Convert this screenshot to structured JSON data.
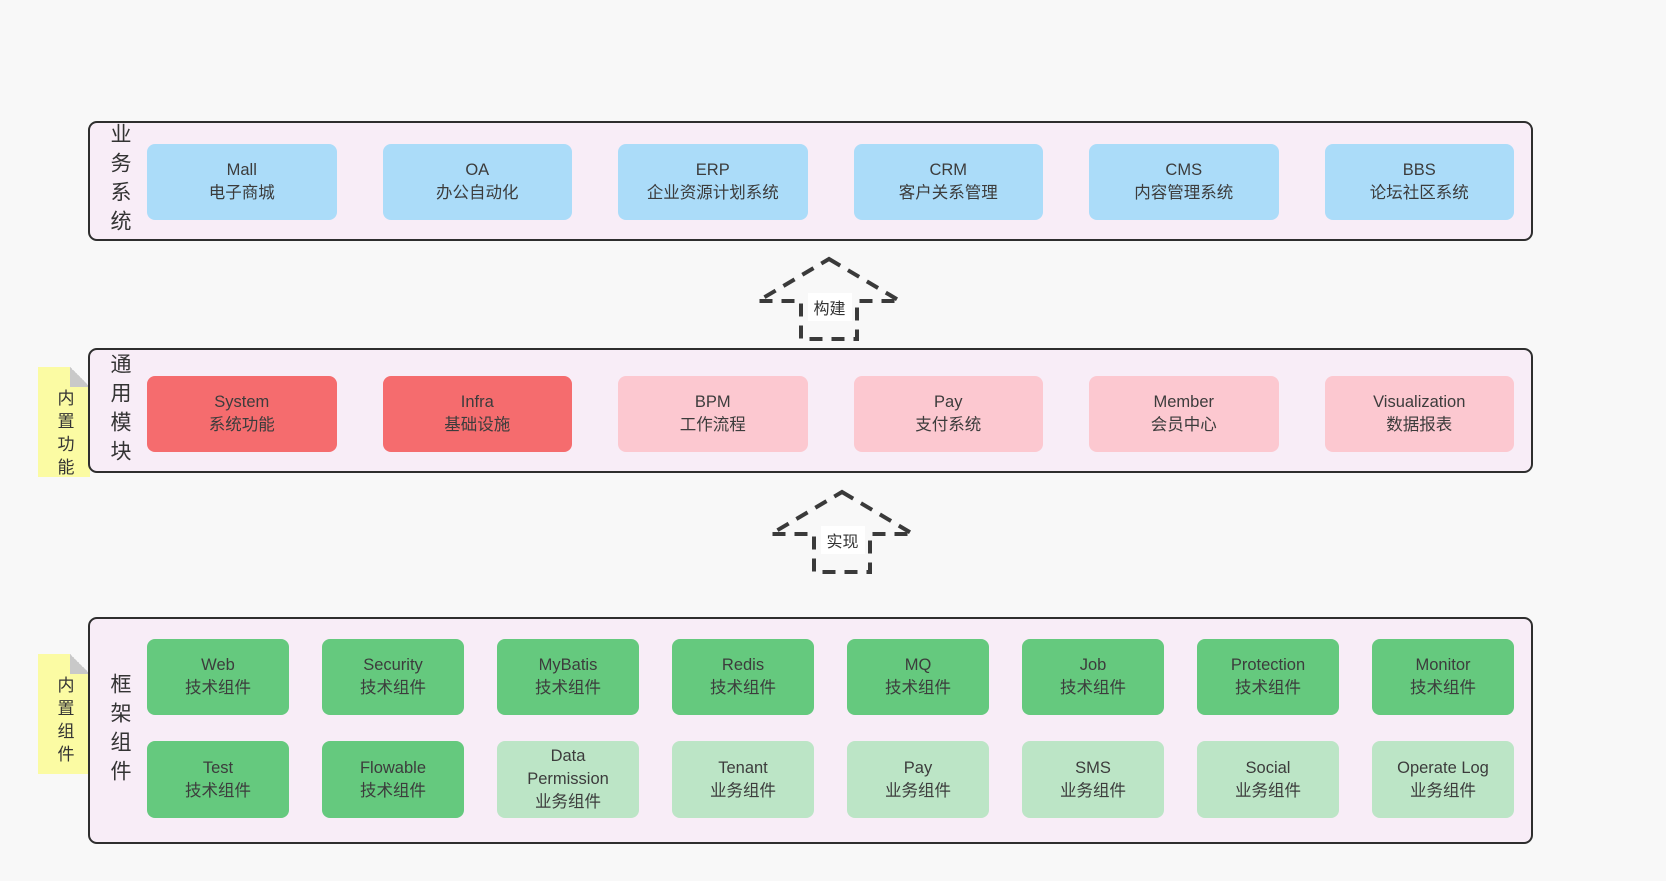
{
  "colors": {
    "page_bg": "#f8f8f8",
    "layer_bg": "#f8edf7",
    "layer_border": "#2e2e2e",
    "blue": "#abdcf9",
    "red": "#f56c6e",
    "pink": "#fcc8d0",
    "green": "#65c97e",
    "light_green": "#bce5c6",
    "sticky_yellow": "#fbfba3",
    "sticky_fold": "#c9c9c9",
    "text": "#3c3c3c"
  },
  "layers": [
    {
      "label": "业务系统",
      "rows": [
        [
          {
            "en": "Mall",
            "zh": "电子商城"
          },
          {
            "en": "OA",
            "zh": "办公自动化"
          },
          {
            "en": "ERP",
            "zh": "企业资源计划系统"
          },
          {
            "en": "CRM",
            "zh": "客户关系管理"
          },
          {
            "en": "CMS",
            "zh": "内容管理系统"
          },
          {
            "en": "BBS",
            "zh": "论坛社区系统"
          }
        ]
      ]
    },
    {
      "label": "通用模块",
      "sticky": "内置功能",
      "rows": [
        [
          {
            "en": "System",
            "zh": "系统功能"
          },
          {
            "en": "Infra",
            "zh": "基础设施"
          },
          {
            "en": "BPM",
            "zh": "工作流程"
          },
          {
            "en": "Pay",
            "zh": "支付系统"
          },
          {
            "en": "Member",
            "zh": "会员中心"
          },
          {
            "en": "Visualization",
            "zh": "数据报表"
          }
        ]
      ]
    },
    {
      "label": "框架组件",
      "sticky": "内置组件",
      "rows": [
        [
          {
            "en": "Web",
            "zh": "技术组件"
          },
          {
            "en": "Security",
            "zh": "技术组件"
          },
          {
            "en": "MyBatis",
            "zh": "技术组件"
          },
          {
            "en": "Redis",
            "zh": "技术组件"
          },
          {
            "en": "MQ",
            "zh": "技术组件"
          },
          {
            "en": "Job",
            "zh": "技术组件"
          },
          {
            "en": "Protection",
            "zh": "技术组件"
          },
          {
            "en": "Monitor",
            "zh": "技术组件"
          }
        ],
        [
          {
            "en": "Test",
            "zh": "技术组件"
          },
          {
            "en": "Flowable",
            "zh": "技术组件"
          },
          {
            "en": "Data Permission",
            "zh": "业务组件"
          },
          {
            "en": "Tenant",
            "zh": "业务组件"
          },
          {
            "en": "Pay",
            "zh": "业务组件"
          },
          {
            "en": "SMS",
            "zh": "业务组件"
          },
          {
            "en": "Social",
            "zh": "业务组件"
          },
          {
            "en": "Operate Log",
            "zh": "业务组件"
          }
        ]
      ]
    }
  ],
  "arrows": [
    {
      "label": "构建"
    },
    {
      "label": "实现"
    }
  ]
}
